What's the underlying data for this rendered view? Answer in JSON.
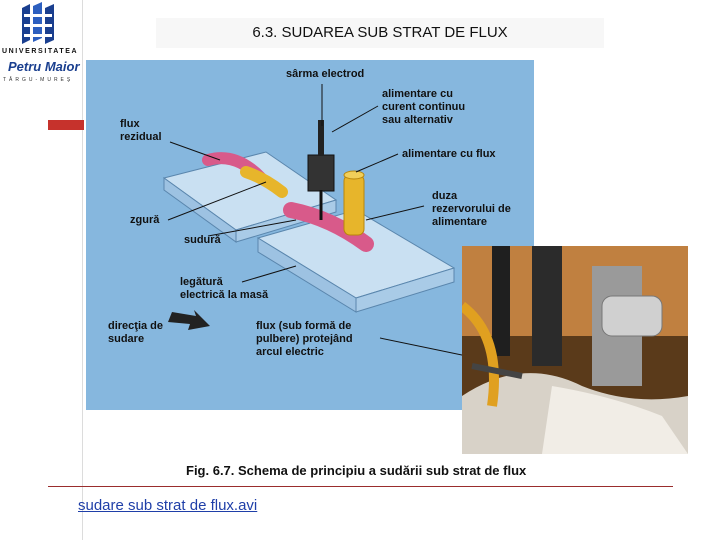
{
  "slide": {
    "title": "6.3. SUDAREA SUB STRAT DE FLUX",
    "caption": "Fig. 6.7. Schema de principiu a sudării sub strat de flux",
    "video_link": "sudare sub strat de flux.avi",
    "colors": {
      "accent": "#c6322c",
      "panel": "#86b7de",
      "link": "#1f3fa8"
    }
  },
  "logo": {
    "univ": "UNIVERSITATEA",
    "name": "Petru Maior",
    "city": "TÂRGU-MUREŞ"
  },
  "diagram": {
    "labels": {
      "sarma": "sârma electrod",
      "alimentare_curent": "alimentare cu\ncurent continuu\nsau alternativ",
      "flux_rezidual": "flux\nrezidual",
      "alimentare_flux": "alimentare cu flux",
      "duza": "duza\nrezervorului de\nalimentare",
      "zgura": "zgură",
      "sudura": "sudură",
      "legatura": "legătură\nelectrică la masă",
      "directia": "direcţia de\nsudare",
      "flux_pulbere": "flux (sub formă de\npulbere) protejând\narcul electric"
    }
  }
}
